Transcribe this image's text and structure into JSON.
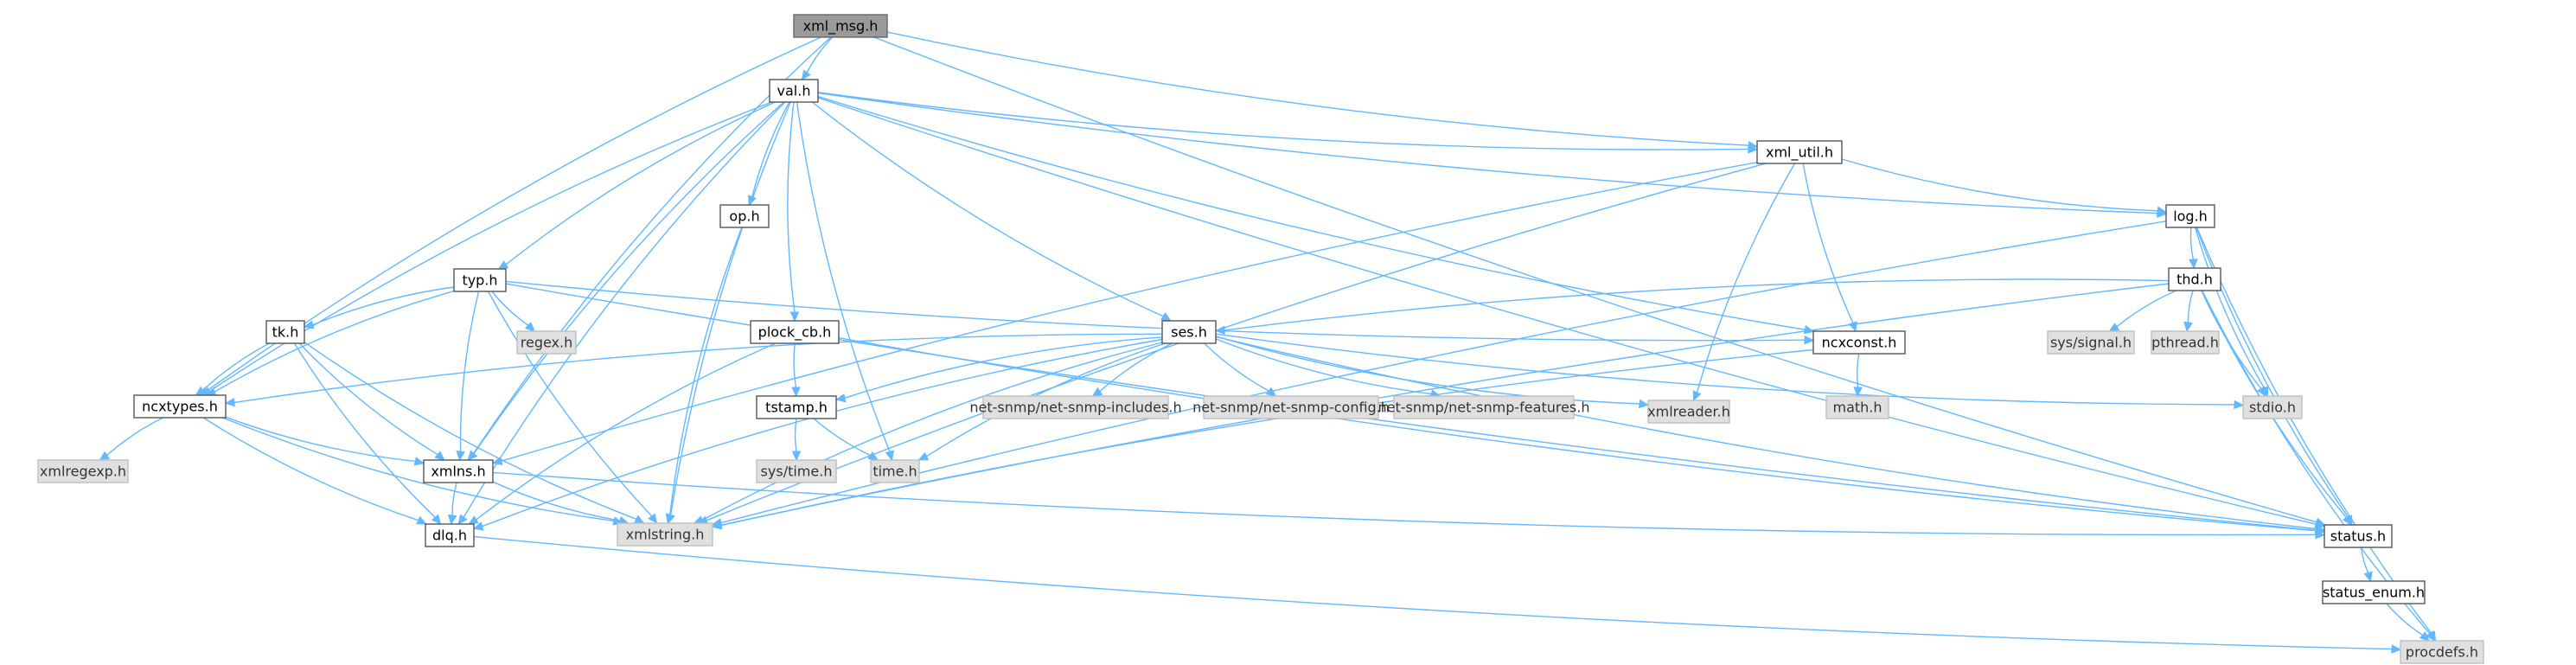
{
  "colors": {
    "edge": "#63b8ff",
    "root_fill": "#9a9a9a",
    "ext_fill": "#e0e0e0",
    "proj_fill": "#ffffff"
  },
  "nodes": [
    {
      "id": "xml_msg",
      "label": "xml_msg.h",
      "kind": "root"
    },
    {
      "id": "val",
      "label": "val.h",
      "kind": "proj"
    },
    {
      "id": "xml_util",
      "label": "xml_util.h",
      "kind": "proj"
    },
    {
      "id": "op",
      "label": "op.h",
      "kind": "proj"
    },
    {
      "id": "typ",
      "label": "typ.h",
      "kind": "proj"
    },
    {
      "id": "plock_cb",
      "label": "plock_cb.h",
      "kind": "proj"
    },
    {
      "id": "ses",
      "label": "ses.h",
      "kind": "proj"
    },
    {
      "id": "log",
      "label": "log.h",
      "kind": "proj"
    },
    {
      "id": "thd",
      "label": "thd.h",
      "kind": "proj"
    },
    {
      "id": "ncxconst",
      "label": "ncxconst.h",
      "kind": "proj"
    },
    {
      "id": "tk",
      "label": "tk.h",
      "kind": "proj"
    },
    {
      "id": "regex",
      "label": "regex.h",
      "kind": "ext"
    },
    {
      "id": "ncxtypes",
      "label": "ncxtypes.h",
      "kind": "proj"
    },
    {
      "id": "xmlregexp",
      "label": "xmlregexp.h",
      "kind": "ext"
    },
    {
      "id": "xmlns",
      "label": "xmlns.h",
      "kind": "proj"
    },
    {
      "id": "dlq",
      "label": "dlq.h",
      "kind": "proj"
    },
    {
      "id": "xmlstring",
      "label": "xmlstring.h",
      "kind": "ext"
    },
    {
      "id": "tstamp",
      "label": "tstamp.h",
      "kind": "proj"
    },
    {
      "id": "systime",
      "label": "sys/time.h",
      "kind": "ext"
    },
    {
      "id": "time",
      "label": "time.h",
      "kind": "ext"
    },
    {
      "id": "nsincludes",
      "label": "net-snmp/net-snmp-includes.h",
      "kind": "ext"
    },
    {
      "id": "nsconfig",
      "label": "net-snmp/net-snmp-config.h",
      "kind": "ext"
    },
    {
      "id": "nsfeatures",
      "label": "net-snmp/net-snmp-features.h",
      "kind": "ext"
    },
    {
      "id": "xmlreader",
      "label": "xmlreader.h",
      "kind": "ext"
    },
    {
      "id": "math",
      "label": "math.h",
      "kind": "ext"
    },
    {
      "id": "syssignal",
      "label": "sys/signal.h",
      "kind": "ext"
    },
    {
      "id": "pthread",
      "label": "pthread.h",
      "kind": "ext"
    },
    {
      "id": "stdio",
      "label": "stdio.h",
      "kind": "ext"
    },
    {
      "id": "status",
      "label": "status.h",
      "kind": "proj"
    },
    {
      "id": "status_enum",
      "label": "status_enum.h",
      "kind": "proj"
    },
    {
      "id": "procdefs",
      "label": "procdefs.h",
      "kind": "ext"
    }
  ],
  "edges": [
    [
      "xml_msg",
      "val"
    ],
    [
      "xml_msg",
      "xml_util"
    ],
    [
      "xml_msg",
      "ncxtypes"
    ],
    [
      "xml_msg",
      "xmlns"
    ],
    [
      "xml_msg",
      "status"
    ],
    [
      "val",
      "xml_util"
    ],
    [
      "val",
      "op"
    ],
    [
      "val",
      "typ"
    ],
    [
      "val",
      "plock_cb"
    ],
    [
      "val",
      "ses"
    ],
    [
      "val",
      "log"
    ],
    [
      "val",
      "ncxconst"
    ],
    [
      "val",
      "ncxtypes"
    ],
    [
      "val",
      "xmlns"
    ],
    [
      "val",
      "dlq"
    ],
    [
      "val",
      "xmlstring"
    ],
    [
      "val",
      "time"
    ],
    [
      "val",
      "status"
    ],
    [
      "xml_util",
      "log"
    ],
    [
      "xml_util",
      "ncxconst"
    ],
    [
      "xml_util",
      "xmlns"
    ],
    [
      "xml_util",
      "xmlreader"
    ],
    [
      "xml_util",
      "xmlstring"
    ],
    [
      "op",
      "xmlstring"
    ],
    [
      "typ",
      "tk"
    ],
    [
      "typ",
      "regex"
    ],
    [
      "typ",
      "ncxtypes"
    ],
    [
      "typ",
      "xmlns"
    ],
    [
      "typ",
      "xmlstring"
    ],
    [
      "typ",
      "ncxconst"
    ],
    [
      "typ",
      "status"
    ],
    [
      "plock_cb",
      "tstamp"
    ],
    [
      "plock_cb",
      "dlq"
    ],
    [
      "plock_cb",
      "status"
    ],
    [
      "ses",
      "ncxtypes"
    ],
    [
      "ses",
      "tstamp"
    ],
    [
      "ses",
      "time"
    ],
    [
      "ses",
      "nsincludes"
    ],
    [
      "ses",
      "nsconfig"
    ],
    [
      "ses",
      "nsfeatures"
    ],
    [
      "ses",
      "xmlreader"
    ],
    [
      "ses",
      "stdio"
    ],
    [
      "ses",
      "status"
    ],
    [
      "ses",
      "dlq"
    ],
    [
      "ses",
      "xmlstring"
    ],
    [
      "log",
      "thd"
    ],
    [
      "log",
      "stdio"
    ],
    [
      "log",
      "status"
    ],
    [
      "log",
      "procdefs"
    ],
    [
      "log",
      "xmlstring"
    ],
    [
      "thd",
      "ses"
    ],
    [
      "thd",
      "syssignal"
    ],
    [
      "thd",
      "pthread"
    ],
    [
      "thd",
      "stdio"
    ],
    [
      "thd",
      "status"
    ],
    [
      "thd",
      "procdefs"
    ],
    [
      "thd",
      "xmlstring"
    ],
    [
      "ncxconst",
      "math"
    ],
    [
      "ncxconst",
      "xmlstring"
    ],
    [
      "tk",
      "ncxtypes"
    ],
    [
      "tk",
      "xmlns"
    ],
    [
      "tk",
      "dlq"
    ],
    [
      "tk",
      "xmlstring"
    ],
    [
      "ncxtypes",
      "xmlregexp"
    ],
    [
      "ncxtypes",
      "xmlns"
    ],
    [
      "ncxtypes",
      "dlq"
    ],
    [
      "ncxtypes",
      "xmlstring"
    ],
    [
      "xmlns",
      "dlq"
    ],
    [
      "xmlns",
      "xmlstring"
    ],
    [
      "xmlns",
      "status"
    ],
    [
      "tstamp",
      "systime"
    ],
    [
      "tstamp",
      "time"
    ],
    [
      "dlq",
      "procdefs"
    ],
    [
      "status",
      "status_enum"
    ],
    [
      "status_enum",
      "procdefs"
    ]
  ]
}
